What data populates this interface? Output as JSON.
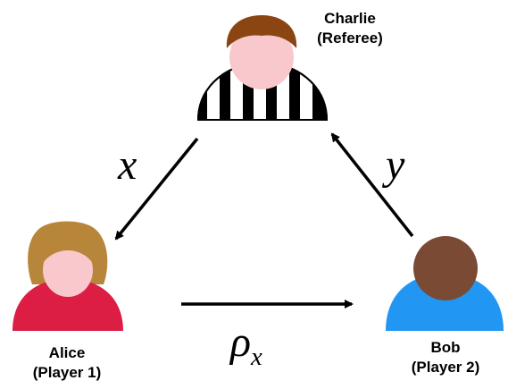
{
  "nodes": {
    "referee": {
      "name": "Charlie",
      "role": "(Referee)"
    },
    "player1": {
      "name": "Alice",
      "role": "(Player 1)"
    },
    "player2": {
      "name": "Bob",
      "role": "(Player 2)"
    }
  },
  "edges": {
    "referee_to_alice": {
      "symbol": "x"
    },
    "bob_to_referee": {
      "symbol": "y"
    },
    "alice_to_bob": {
      "symbol": "ρ",
      "subscript": "x"
    }
  },
  "colors": {
    "alice_body": "#dc1e44",
    "alice_hair": "#b8863a",
    "bob_body": "#2196f3",
    "bob_head": "#7a4a35",
    "charlie_hair": "#8b4513",
    "skin": "#f8c8cc",
    "stroke": "#000000"
  }
}
